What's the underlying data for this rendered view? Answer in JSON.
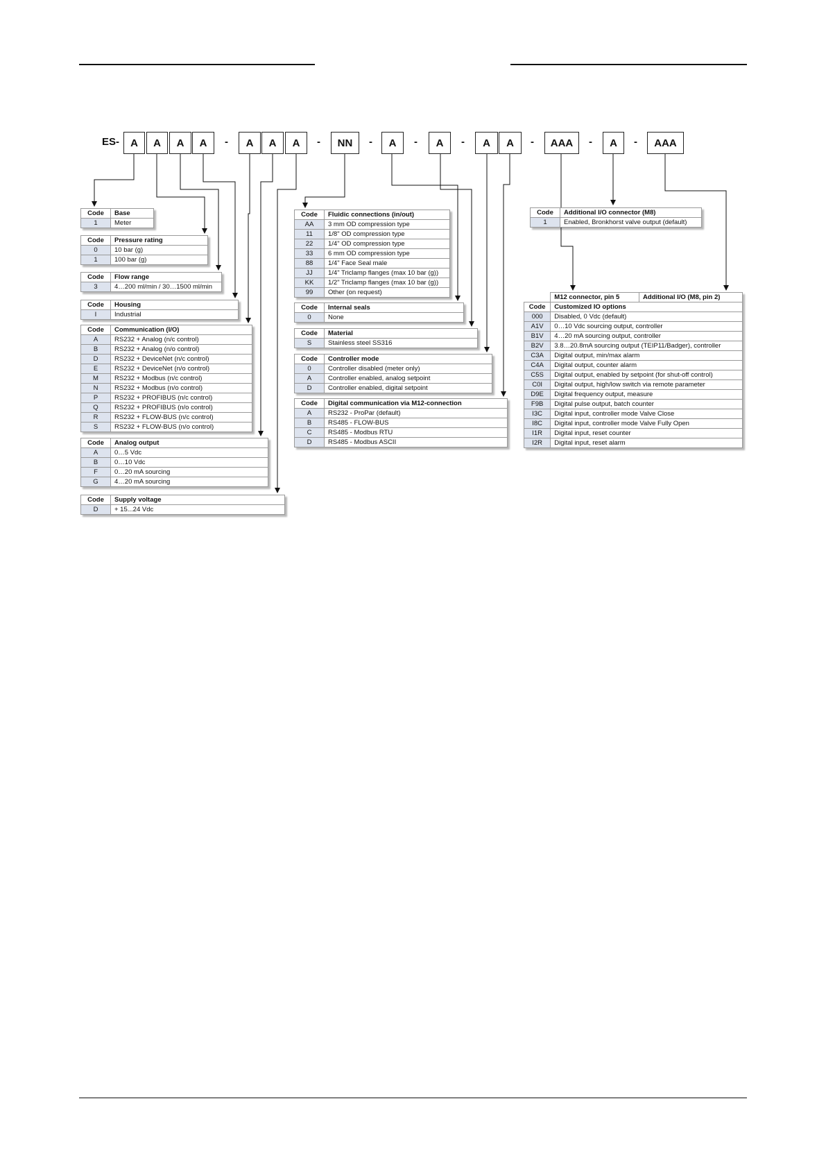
{
  "model_code": {
    "prefix": "ES-",
    "separator": "-",
    "segments": [
      "A",
      "A",
      "A",
      "A",
      "A",
      "A",
      "A",
      "NN",
      "A",
      "A",
      "A",
      "A",
      "AAA",
      "A",
      "AAA"
    ]
  },
  "tables": {
    "base": {
      "code_header": "Code",
      "title": "Base",
      "rows": [
        [
          "1",
          "Meter"
        ]
      ]
    },
    "pressure": {
      "code_header": "Code",
      "title": "Pressure rating",
      "rows": [
        [
          "0",
          "10 bar (g)"
        ],
        [
          "1",
          "100 bar (g)"
        ]
      ]
    },
    "flow": {
      "code_header": "Code",
      "title": "Flow range",
      "rows": [
        [
          "3",
          "4…200 ml/min / 30…1500 ml/min"
        ]
      ]
    },
    "housing": {
      "code_header": "Code",
      "title": "Housing",
      "rows": [
        [
          "I",
          "Industrial"
        ]
      ]
    },
    "communication": {
      "code_header": "Code",
      "title": "Communication (I/O)",
      "rows": [
        [
          "A",
          "RS232 + Analog (n/c control)"
        ],
        [
          "B",
          "RS232 + Analog (n/o control)"
        ],
        [
          "D",
          "RS232 + DeviceNet (n/c control)"
        ],
        [
          "E",
          "RS232 + DeviceNet (n/o control)"
        ],
        [
          "M",
          "RS232 + Modbus (n/c control)"
        ],
        [
          "N",
          "RS232 + Modbus (n/o control)"
        ],
        [
          "P",
          "RS232 + PROFIBUS (n/c control)"
        ],
        [
          "Q",
          "RS232 + PROFIBUS (n/o control)"
        ],
        [
          "R",
          "RS232 + FLOW-BUS (n/c control)"
        ],
        [
          "S",
          "RS232 + FLOW-BUS (n/o control)"
        ]
      ]
    },
    "analog": {
      "code_header": "Code",
      "title": "Analog output",
      "rows": [
        [
          "A",
          "0…5 Vdc"
        ],
        [
          "B",
          "0…10 Vdc"
        ],
        [
          "F",
          "0…20 mA sourcing"
        ],
        [
          "G",
          "4…20 mA sourcing"
        ]
      ]
    },
    "supply": {
      "code_header": "Code",
      "title": "Supply voltage",
      "rows": [
        [
          "D",
          "+ 15...24 Vdc"
        ]
      ]
    },
    "fluidic": {
      "code_header": "Code",
      "title": "Fluidic connections (in/out)",
      "rows": [
        [
          "AA",
          "3 mm OD compression type"
        ],
        [
          "11",
          "1/8\" OD compression type"
        ],
        [
          "22",
          "1/4\" OD compression type"
        ],
        [
          "33",
          "6 mm OD compression type"
        ],
        [
          "88",
          "1/4\" Face Seal male"
        ],
        [
          "JJ",
          "1/4\" Triclamp flanges (max 10 bar (g))"
        ],
        [
          "KK",
          "1/2\" Triclamp flanges (max 10 bar (g))"
        ],
        [
          "99",
          "Other (on request)"
        ]
      ]
    },
    "seals": {
      "code_header": "Code",
      "title": "Internal seals",
      "rows": [
        [
          "0",
          "None"
        ]
      ]
    },
    "material": {
      "code_header": "Code",
      "title": "Material",
      "rows": [
        [
          "S",
          "Stainless steel SS316"
        ]
      ]
    },
    "controller": {
      "code_header": "Code",
      "title": "Controller mode",
      "rows": [
        [
          "0",
          "Controller disabled (meter only)"
        ],
        [
          "A",
          "Controller enabled, analog setpoint"
        ],
        [
          "D",
          "Controller enabled, digital setpoint"
        ]
      ]
    },
    "digital": {
      "code_header": "Code",
      "title": "Digital communication via M12-connection",
      "rows": [
        [
          "A",
          "RS232 - ProPar (default)"
        ],
        [
          "B",
          "RS485 - FLOW-BUS"
        ],
        [
          "C",
          "RS485 - Modbus RTU"
        ],
        [
          "D",
          "RS485 - Modbus ASCII"
        ]
      ]
    },
    "additional_m8": {
      "code_header": "Code",
      "title": "Additional I/O connector (M8)",
      "rows": [
        [
          "1",
          "Enabled, Bronkhorst valve output (default)"
        ]
      ]
    },
    "custom_io": {
      "super_headers": [
        "M12 connector, pin 5",
        "Additional I/O (M8, pin 2)"
      ],
      "code_header": "Code",
      "title": "Customized IO options",
      "rows": [
        [
          "000",
          "Disabled, 0 Vdc (default)"
        ],
        [
          "A1V",
          "0…10 Vdc sourcing output, controller"
        ],
        [
          "B1V",
          "4…20 mA sourcing output, controller"
        ],
        [
          "B2V",
          "3.8…20.8mA sourcing output (TEIP11/Badger), controller"
        ],
        [
          "C3A",
          "Digital output, min/max alarm"
        ],
        [
          "C4A",
          "Digital output, counter alarm"
        ],
        [
          "C5S",
          "Digital output, enabled by setpoint (for shut-off control)"
        ],
        [
          "C0I",
          "Digital output, high/low switch via remote parameter"
        ],
        [
          "D9E",
          "Digital frequency output, measure"
        ],
        [
          "F9B",
          "Digital pulse output, batch counter"
        ],
        [
          "I3C",
          "Digital input, controller mode Valve Close"
        ],
        [
          "I8C",
          "Digital input, controller mode Valve Fully Open"
        ],
        [
          "I1R",
          "Digital input, reset counter"
        ],
        [
          "I2R",
          "Digital input, reset alarm"
        ]
      ]
    }
  }
}
